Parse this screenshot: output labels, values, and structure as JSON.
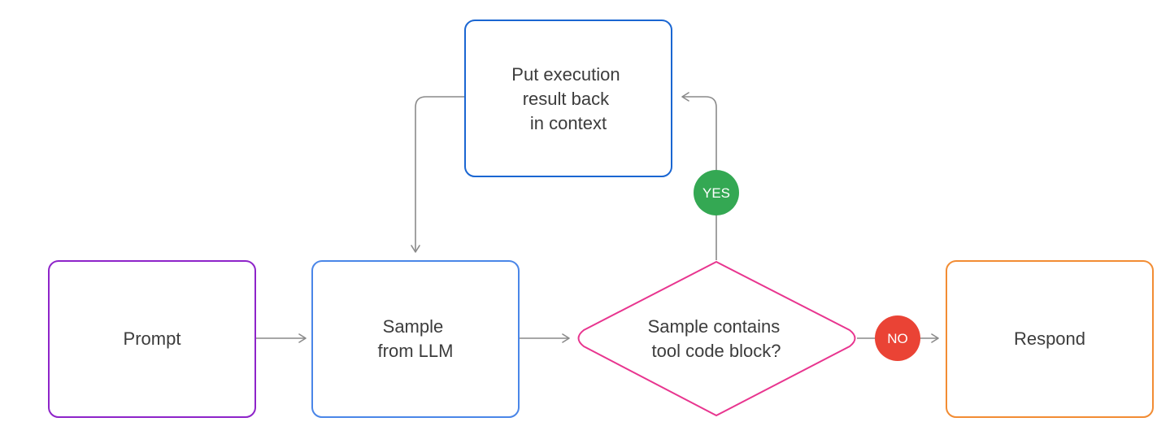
{
  "nodes": {
    "prompt": {
      "label_lines": [
        "Prompt"
      ],
      "color": "#8e24c9"
    },
    "sample": {
      "label_lines": [
        "Sample",
        "from LLM"
      ],
      "color": "#4a86e8"
    },
    "put_back": {
      "label_lines": [
        "Put execution",
        "result back",
        "in context"
      ],
      "color": "#1a66d2"
    },
    "decision": {
      "label_lines": [
        "Sample contains",
        "tool code block?"
      ],
      "color": "#e8358f"
    },
    "respond": {
      "label_lines": [
        "Respond"
      ],
      "color": "#f28c33"
    }
  },
  "badges": {
    "yes": {
      "label": "YES",
      "color": "#34a853"
    },
    "no": {
      "label": "NO",
      "color": "#ea4335"
    }
  },
  "connector_color": "#8a8a8a"
}
